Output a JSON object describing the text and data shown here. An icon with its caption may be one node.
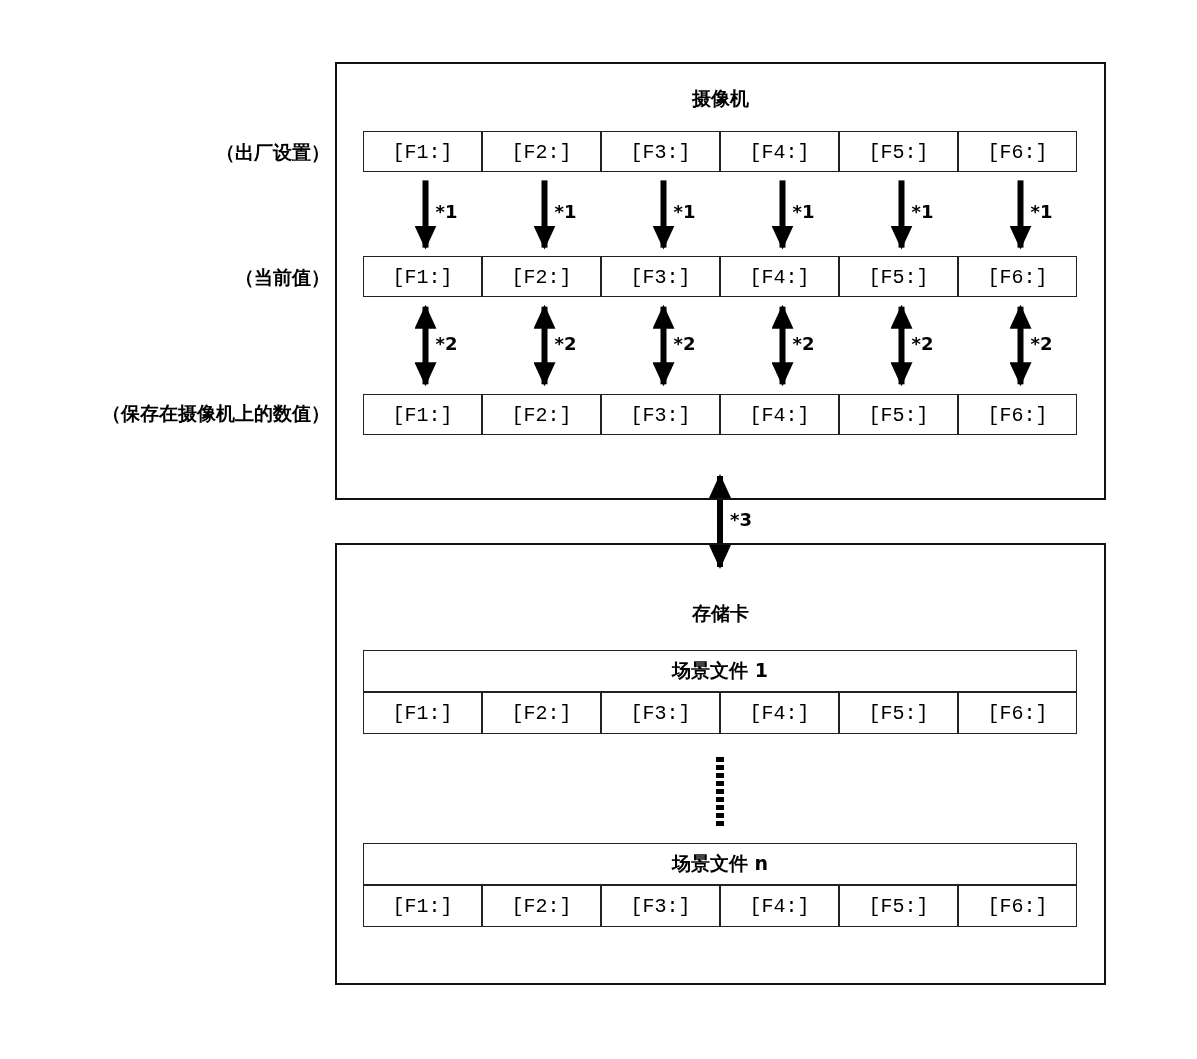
{
  "diagram": {
    "nodes": [
      {
        "text": [
          "摄像机"
        ]
      },
      {
        "text": [
          "[F1:]"
        ],
        "in": 0
      },
      {
        "text": [
          "[F2:]"
        ],
        "in": 0
      },
      {
        "text": [
          "[F3:]"
        ],
        "in": 0
      },
      {
        "text": [
          "[F4:]"
        ],
        "in": 0
      },
      {
        "text": [
          "[F5:]"
        ],
        "in": 0
      },
      {
        "text": [
          "[F6:]"
        ],
        "in": 0
      },
      {
        "text": [
          "[F1:]"
        ],
        "in": 0
      },
      {
        "text": [
          "[F2:]"
        ],
        "in": 0
      },
      {
        "text": [
          "[F3:]"
        ],
        "in": 0
      },
      {
        "text": [
          "[F4:]"
        ],
        "in": 0
      },
      {
        "text": [
          "[F5:]"
        ],
        "in": 0
      },
      {
        "text": [
          "[F6:]"
        ],
        "in": 0
      },
      {
        "text": [
          "[F1:]"
        ],
        "in": 0
      },
      {
        "text": [
          "[F2:]"
        ],
        "in": 0
      },
      {
        "text": [
          "[F3:]"
        ],
        "in": 0
      },
      {
        "text": [
          "[F4:]"
        ],
        "in": 0
      },
      {
        "text": [
          "[F5:]"
        ],
        "in": 0
      },
      {
        "text": [
          "[F6:]"
        ],
        "in": 0
      },
      {
        "text": [
          "存储卡"
        ]
      },
      {
        "text": [
          "场景文件 1"
        ],
        "in": 19
      },
      {
        "text": [
          "[F1:]"
        ],
        "in": 19
      },
      {
        "text": [
          "[F2:]"
        ],
        "in": 19
      },
      {
        "text": [
          "[F3:]"
        ],
        "in": 19
      },
      {
        "text": [
          "[F4:]"
        ],
        "in": 19
      },
      {
        "text": [
          "[F5:]"
        ],
        "in": 19
      },
      {
        "text": [
          "[F6:]"
        ],
        "in": 19
      },
      {
        "text": [
          "场景文件 n"
        ],
        "in": 19
      },
      {
        "text": [
          "[F1:]"
        ],
        "in": 19
      },
      {
        "text": [
          "[F2:]"
        ],
        "in": 19
      },
      {
        "text": [
          "[F3:]"
        ],
        "in": 19
      },
      {
        "text": [
          "[F4:]"
        ],
        "in": 19
      },
      {
        "text": [
          "[F5:]"
        ],
        "in": 19
      },
      {
        "text": [
          "[F6:]"
        ],
        "in": 19
      }
    ],
    "edges": [
      {
        "from": 1,
        "to": 7,
        "arrow": "to",
        "label": "*1"
      },
      {
        "from": 2,
        "to": 8,
        "arrow": "to",
        "label": "*1"
      },
      {
        "from": 3,
        "to": 9,
        "arrow": "to",
        "label": "*1"
      },
      {
        "from": 4,
        "to": 10,
        "arrow": "to",
        "label": "*1"
      },
      {
        "from": 5,
        "to": 11,
        "arrow": "to",
        "label": "*1"
      },
      {
        "from": 6,
        "to": 12,
        "arrow": "to",
        "label": "*1"
      },
      {
        "from": 7,
        "to": 13,
        "arrow": "both",
        "label": "*2"
      },
      {
        "from": 8,
        "to": 14,
        "arrow": "both",
        "label": "*2"
      },
      {
        "from": 9,
        "to": 15,
        "arrow": "both",
        "label": "*2"
      },
      {
        "from": 10,
        "to": 16,
        "arrow": "both",
        "label": "*2"
      },
      {
        "from": 11,
        "to": 17,
        "arrow": "both",
        "label": "*2"
      },
      {
        "from": 12,
        "to": 18,
        "arrow": "both",
        "label": "*2"
      },
      {
        "from": 0,
        "to": 19,
        "arrow": "both",
        "label": "*3"
      }
    ],
    "labels": [
      "（出厂设置）",
      "（当前值）",
      "（保存在摄像机上的数值）"
    ]
  }
}
